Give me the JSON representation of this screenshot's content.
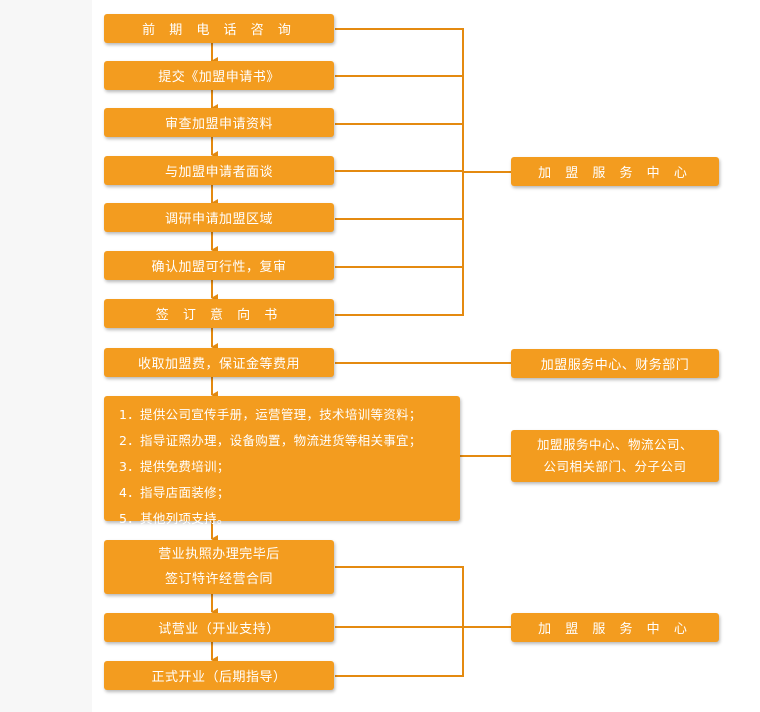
{
  "steps": [
    "前 期 电 话 咨 询",
    "提交《加盟申请书》",
    "审查加盟申请资料",
    "与加盟申请者面谈",
    "调研申请加盟区域",
    "确认加盟可行性，复审",
    "签 订 意 向 书",
    "收取加盟费，保证金等费用"
  ],
  "support_list": [
    "1．提供公司宣传手册，运营管理，技术培训等资料；",
    "2．指导证照办理，设备购置，物流进货等相关事宜；",
    "3．提供免费培训；",
    "4．指导店面装修；",
    "5．其他列项支持。"
  ],
  "license_step": {
    "line1": "营业执照办理完毕后",
    "line2": "签订特许经营合同"
  },
  "trial_step": "试营业（开业支持）",
  "open_step": "正式开业（后期指导）",
  "right_boxes": {
    "center_1": "加 盟 服 务 中 心",
    "center_finance": "加盟服务中心、财务部门",
    "center_multi_line1": "加盟服务中心、物流公司、",
    "center_multi_line2": "公司相关部门、分子公司",
    "center_2": "加 盟 服 务 中 心"
  },
  "colors": {
    "box": "#f39c1f",
    "line": "#e48a10",
    "text": "#ffffff"
  }
}
